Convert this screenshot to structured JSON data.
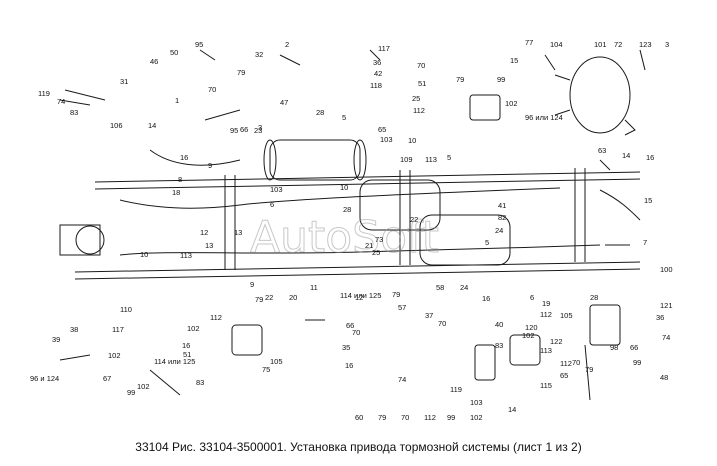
{
  "caption": "33104 Рис. 33104-3500001. Установка привода тормозной системы (лист 1 из 2)",
  "watermark": "AutoSoft",
  "colors": {
    "line": "#1a1a1a",
    "background": "#ffffff"
  },
  "callouts": [
    "95",
    "50",
    "46",
    "31",
    "32",
    "2",
    "117",
    "77",
    "104",
    "101",
    "72",
    "123",
    "3",
    "119",
    "74",
    "83",
    "106",
    "1",
    "14",
    "70",
    "79",
    "36",
    "42",
    "118",
    "70",
    "51",
    "79",
    "15",
    "99",
    "66",
    "47",
    "3",
    "28",
    "5",
    "25",
    "112",
    "102",
    "96 или 124",
    "65",
    "103",
    "10",
    "5",
    "13",
    "9",
    "95",
    "23",
    "18",
    "16",
    "14",
    "16",
    "63",
    "15",
    "109",
    "113",
    "10",
    "28",
    "103",
    "6",
    "21",
    "22",
    "73",
    "25",
    "41",
    "82",
    "24",
    "5",
    "7",
    "12",
    "13",
    "113",
    "9",
    "10",
    "11",
    "8",
    "58",
    "24",
    "16",
    "6",
    "19",
    "28",
    "100",
    "36",
    "110",
    "114 или 125",
    "12",
    "37",
    "70",
    "79",
    "57",
    "66",
    "70",
    "79",
    "20",
    "22",
    "35",
    "105",
    "39",
    "38",
    "117",
    "102",
    "112",
    "16",
    "51",
    "102",
    "105",
    "75",
    "16",
    "112",
    "65",
    "96 и 124",
    "67",
    "99",
    "102",
    "114 или 125",
    "83",
    "74",
    "119",
    "103",
    "14",
    "115",
    "48",
    "66",
    "99",
    "121",
    "74",
    "113",
    "40",
    "83",
    "122",
    "112",
    "102",
    "120",
    "98",
    "79",
    "70",
    "60",
    "79",
    "70",
    "112",
    "99",
    "102"
  ]
}
